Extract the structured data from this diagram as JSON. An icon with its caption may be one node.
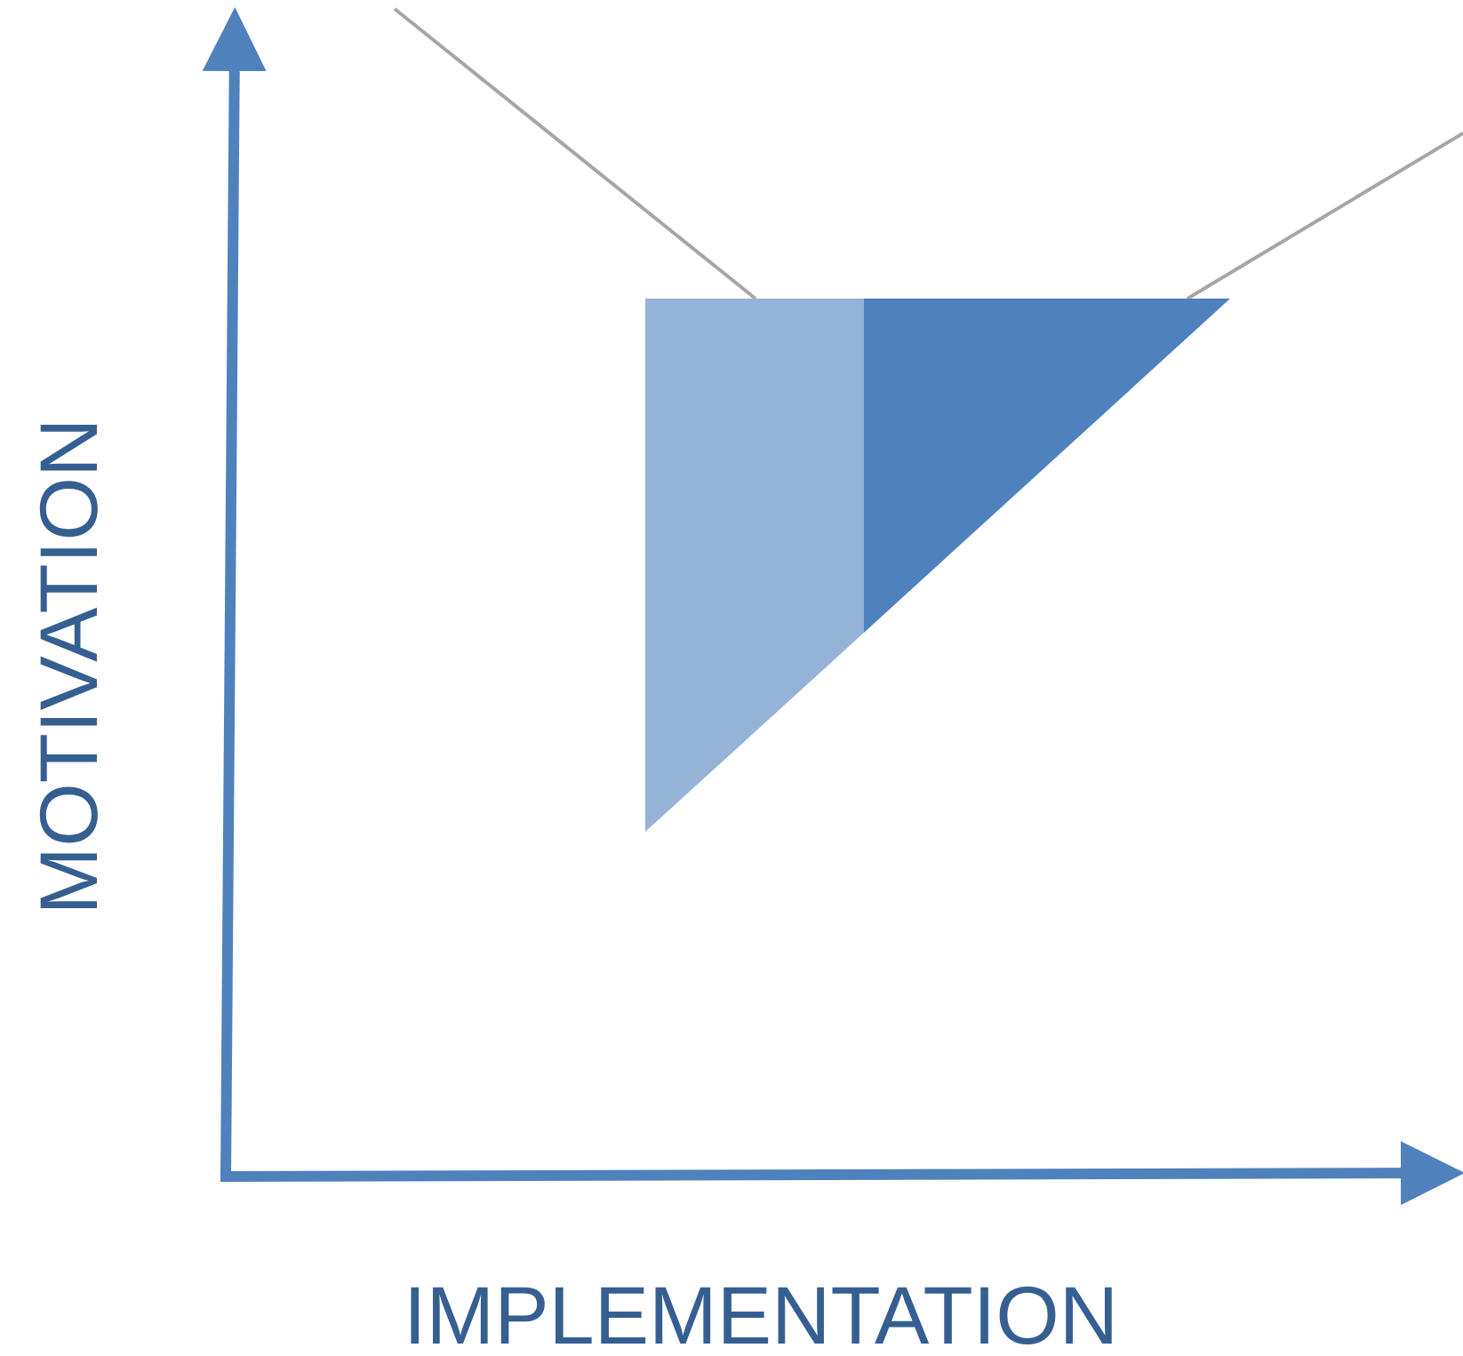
{
  "diagram": {
    "nodes": [
      {
        "text": [],
        "shape": "trapezoid"
      },
      {
        "text": [],
        "shape": "triangle"
      }
    ],
    "edges": [
      {
        "from": null,
        "to": 0,
        "arrow": "none"
      },
      {
        "from": null,
        "to": 1,
        "arrow": "none"
      }
    ],
    "labels": [
      "MOTIVATION",
      "IMPLEMENTATION"
    ]
  }
}
